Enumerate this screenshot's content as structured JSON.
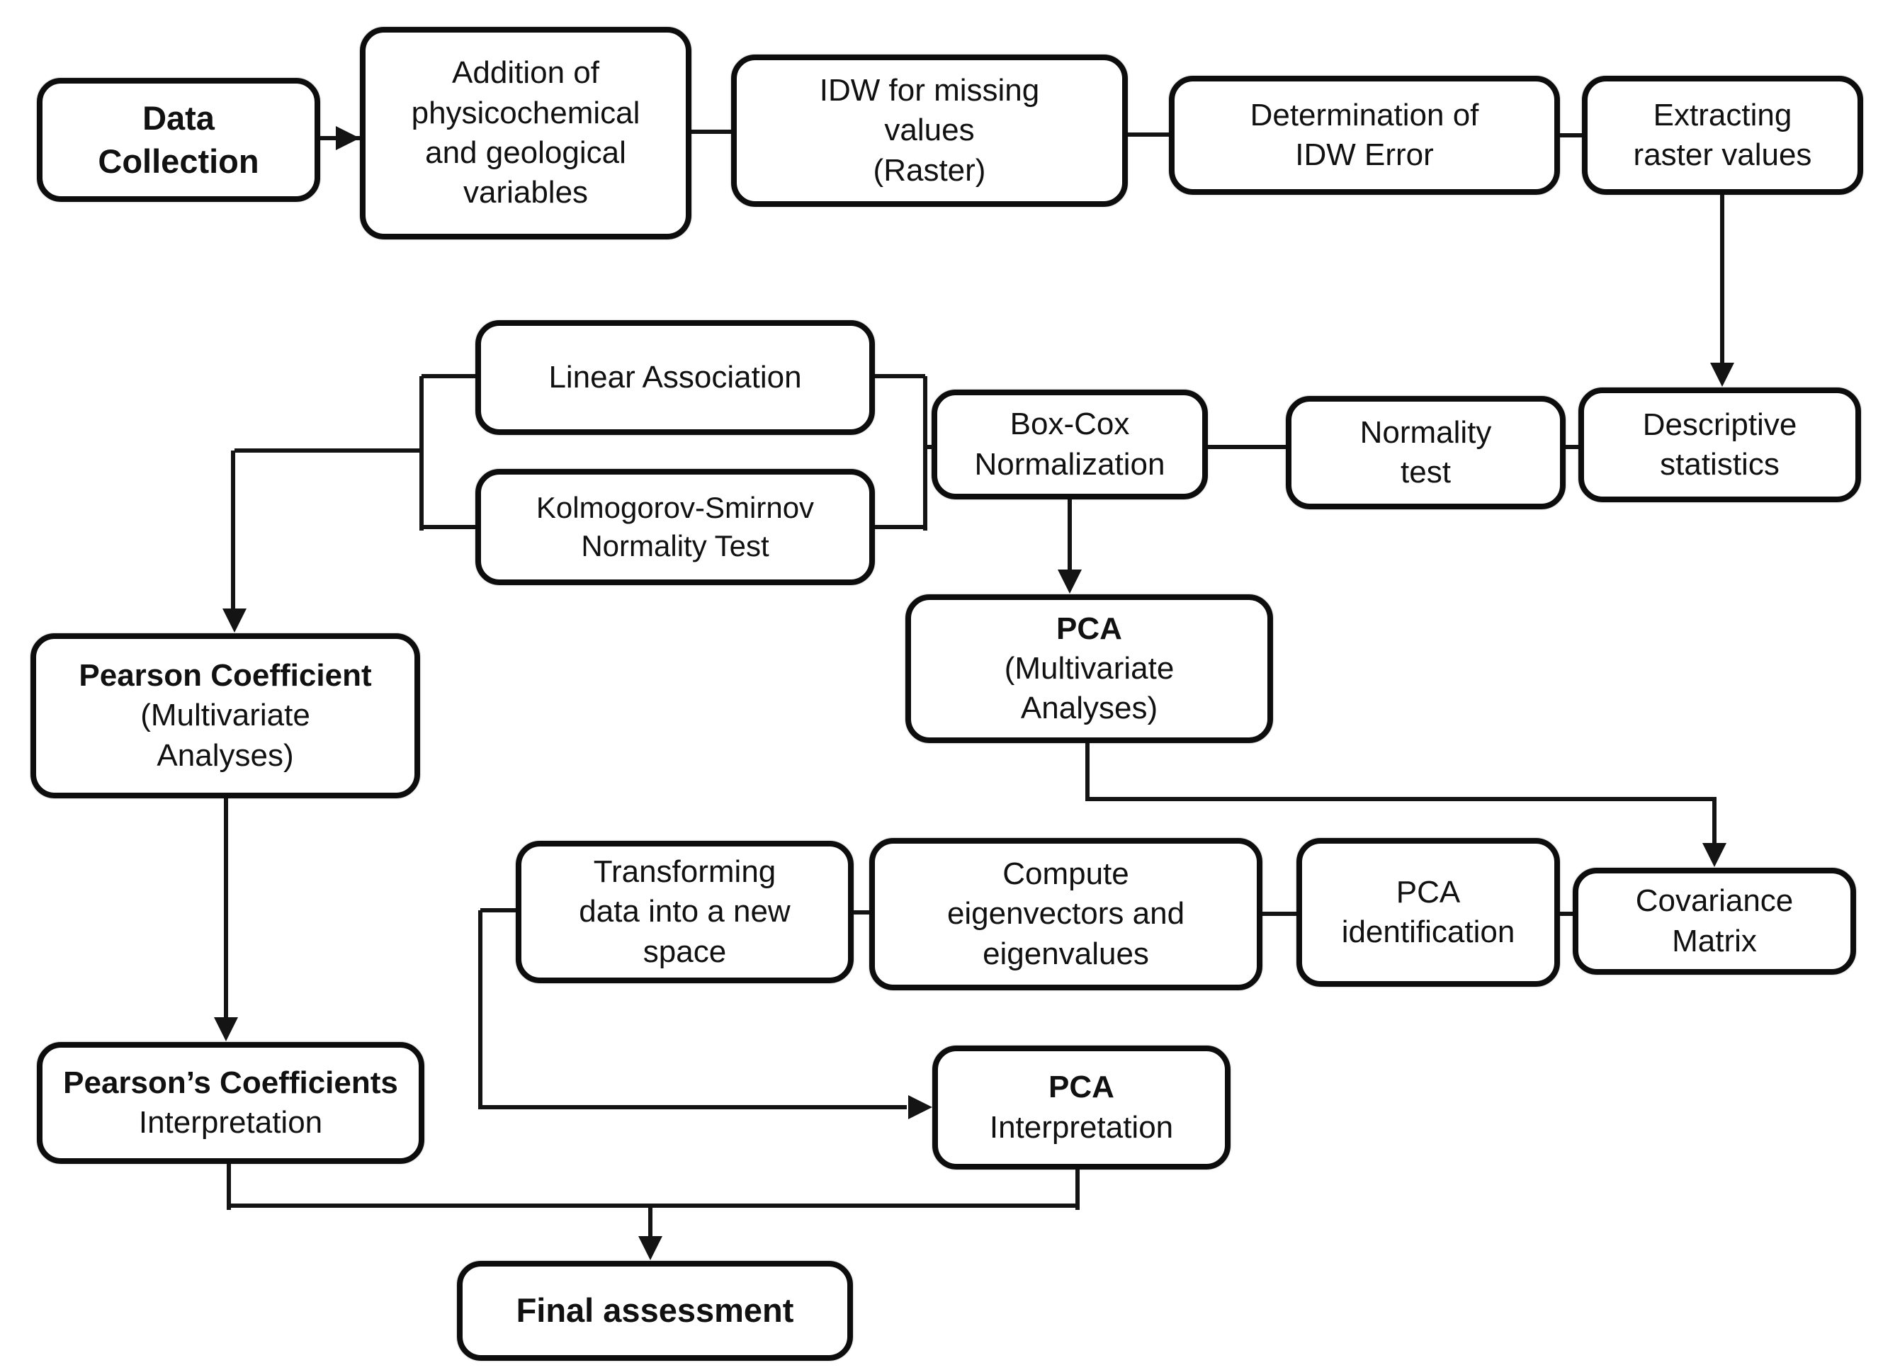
{
  "figure": {
    "title": "Data processing and multivariate analysis workflow flowchart",
    "colors": {
      "background": "#ffffff",
      "box_fill": "#ffffff",
      "box_border": "#0d0d0d",
      "line": "#141414",
      "text": "#111111"
    },
    "nodes": [
      {
        "id": "data-collection",
        "lines": [
          {
            "text": "Data",
            "bold": true
          },
          {
            "text": "Collection",
            "bold": true
          }
        ]
      },
      {
        "id": "addition-variables",
        "lines": [
          {
            "text": "Addition of",
            "bold": false
          },
          {
            "text": "physicochemical",
            "bold": false
          },
          {
            "text": "and geological",
            "bold": false
          },
          {
            "text": "variables",
            "bold": false
          }
        ]
      },
      {
        "id": "idw-missing-values",
        "lines": [
          {
            "text": "IDW for missing",
            "bold": false
          },
          {
            "text": "values",
            "bold": false
          },
          {
            "text": "(Raster)",
            "bold": false
          }
        ]
      },
      {
        "id": "idw-error",
        "lines": [
          {
            "text": "Determination of",
            "bold": false
          },
          {
            "text": "IDW Error",
            "bold": false
          }
        ]
      },
      {
        "id": "extracting-raster",
        "lines": [
          {
            "text": "Extracting",
            "bold": false
          },
          {
            "text": "raster values",
            "bold": false
          }
        ]
      },
      {
        "id": "linear-association",
        "lines": [
          {
            "text": "Linear Association",
            "bold": false
          }
        ]
      },
      {
        "id": "kolmogorov-smirnov",
        "lines": [
          {
            "text": "Kolmogorov-Smirnov",
            "bold": false
          },
          {
            "text": "Normality Test",
            "bold": false
          }
        ]
      },
      {
        "id": "box-cox",
        "lines": [
          {
            "text": "Box-Cox",
            "bold": false
          },
          {
            "text": "Normalization",
            "bold": false
          }
        ]
      },
      {
        "id": "normality-test",
        "lines": [
          {
            "text": "Normality",
            "bold": false
          },
          {
            "text": "test",
            "bold": false
          }
        ]
      },
      {
        "id": "descriptive-statistics",
        "lines": [
          {
            "text": "Descriptive",
            "bold": false
          },
          {
            "text": "statistics",
            "bold": false
          }
        ]
      },
      {
        "id": "pearson-coefficient",
        "lines": [
          {
            "text": "Pearson Coefficient",
            "bold": true
          },
          {
            "text": "(Multivariate",
            "bold": false
          },
          {
            "text": "Analyses)",
            "bold": false
          }
        ]
      },
      {
        "id": "pca-multivariate",
        "lines": [
          {
            "text": "PCA",
            "bold": true
          },
          {
            "text": "(Multivariate",
            "bold": false
          },
          {
            "text": "Analyses)",
            "bold": false
          }
        ]
      },
      {
        "id": "transforming-data",
        "lines": [
          {
            "text": "Transforming",
            "bold": false
          },
          {
            "text": "data into a new",
            "bold": false
          },
          {
            "text": "space",
            "bold": false
          }
        ]
      },
      {
        "id": "compute-eigen",
        "lines": [
          {
            "text": "Compute",
            "bold": false
          },
          {
            "text": "eigenvectors and",
            "bold": false
          },
          {
            "text": "eigenvalues",
            "bold": false
          }
        ]
      },
      {
        "id": "pca-identification",
        "lines": [
          {
            "text": "PCA",
            "bold": false
          },
          {
            "text": "identification",
            "bold": false
          }
        ]
      },
      {
        "id": "covariance-matrix",
        "lines": [
          {
            "text": "Covariance",
            "bold": false
          },
          {
            "text": "Matrix",
            "bold": false
          }
        ]
      },
      {
        "id": "pearsons-interpretation",
        "lines": [
          {
            "text": "Pearson’s Coefficients",
            "bold": true
          },
          {
            "text": "Interpretation",
            "bold": false
          }
        ]
      },
      {
        "id": "pca-interpretation",
        "lines": [
          {
            "text": "PCA",
            "bold": true
          },
          {
            "text": "Interpretation",
            "bold": false
          }
        ]
      },
      {
        "id": "final-assessment",
        "lines": [
          {
            "text": "Final assessment",
            "bold": true
          }
        ]
      }
    ],
    "edges": [
      {
        "from": "data-collection",
        "to": "addition-variables",
        "style": "arrow"
      },
      {
        "from": "addition-variables",
        "to": "idw-missing-values",
        "style": "line"
      },
      {
        "from": "idw-missing-values",
        "to": "idw-error",
        "style": "line"
      },
      {
        "from": "idw-error",
        "to": "extracting-raster",
        "style": "line"
      },
      {
        "from": "extracting-raster",
        "to": "descriptive-statistics",
        "style": "arrow"
      },
      {
        "from": "descriptive-statistics",
        "to": "normality-test",
        "style": "line"
      },
      {
        "from": "normality-test",
        "to": "box-cox",
        "style": "line"
      },
      {
        "from": "box-cox",
        "to": "linear-association",
        "style": "bracket-line"
      },
      {
        "from": "box-cox",
        "to": "kolmogorov-smirnov",
        "style": "bracket-line"
      },
      {
        "from": "linear-association",
        "to": "pearson-coefficient",
        "style": "bracket-arrow"
      },
      {
        "from": "kolmogorov-smirnov",
        "to": "pearson-coefficient",
        "style": "bracket-arrow"
      },
      {
        "from": "box-cox",
        "to": "pca-multivariate",
        "style": "arrow"
      },
      {
        "from": "pca-multivariate",
        "to": "covariance-matrix",
        "style": "arrow"
      },
      {
        "from": "covariance-matrix",
        "to": "pca-identification",
        "style": "line"
      },
      {
        "from": "pca-identification",
        "to": "compute-eigen",
        "style": "line"
      },
      {
        "from": "compute-eigen",
        "to": "transforming-data",
        "style": "line"
      },
      {
        "from": "transforming-data",
        "to": "pca-interpretation",
        "style": "arrow"
      },
      {
        "from": "pearson-coefficient",
        "to": "pearsons-interpretation",
        "style": "arrow"
      },
      {
        "from": "pearsons-interpretation",
        "to": "final-assessment",
        "style": "arrow"
      },
      {
        "from": "pca-interpretation",
        "to": "final-assessment",
        "style": "arrow"
      }
    ]
  }
}
